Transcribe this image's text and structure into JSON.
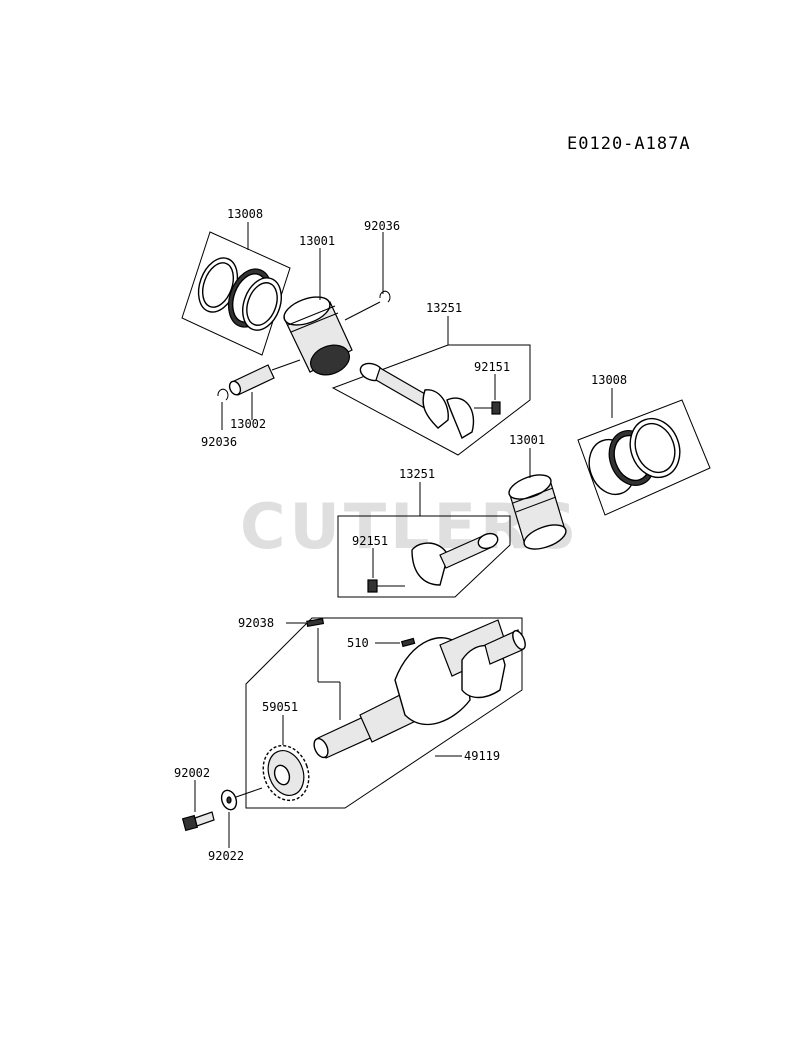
{
  "diagram_code": "E0120-A187A",
  "watermark": "CUTLERS",
  "part_numbers": {
    "rings_upper": "13008",
    "piston_upper": "13001",
    "clip_upper_right": "92036",
    "conrod_upper": "13251",
    "bolt_upper": "92151",
    "pin": "13002",
    "clip_upper_left": "92036",
    "rings_lower": "13008",
    "piston_lower": "13001",
    "conrod_lower": "13251",
    "bolt_lower": "92151",
    "key_gear": "92038",
    "key_crank": "510",
    "gear": "59051",
    "crankshaft": "49119",
    "bolt_gear": "92002",
    "washer": "92022"
  }
}
